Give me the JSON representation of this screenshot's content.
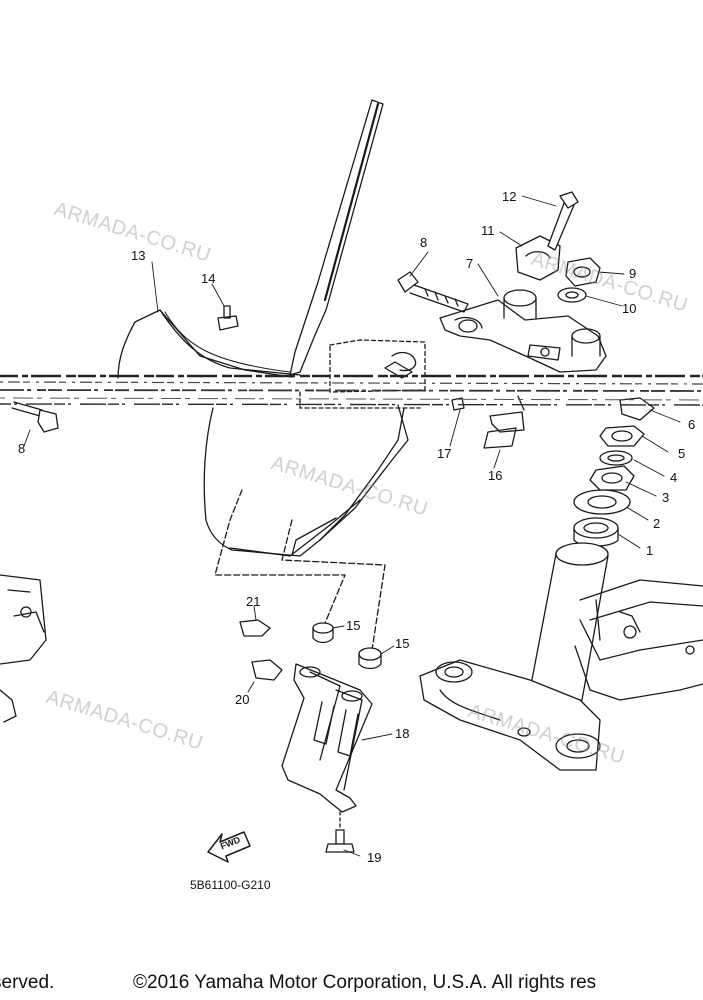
{
  "watermark_text": "ARMADA-CO.RU",
  "callouts": {
    "c1": "1",
    "c2": "2",
    "c3": "3",
    "c4": "4",
    "c5": "5",
    "c6": "6",
    "c7": "7",
    "c8a": "8",
    "c8b": "8",
    "c9": "9",
    "c10": "10",
    "c11": "11",
    "c12": "12",
    "c13": "13",
    "c14": "14",
    "c15a": "15",
    "c15b": "15",
    "c16": "16",
    "c17": "17",
    "c18": "18",
    "c19": "19",
    "c20": "20",
    "c21": "21"
  },
  "fwd_label": "FWD",
  "diagram_code": "5B61100-G210",
  "footer": {
    "left": "served.",
    "right": "©2016 Yamaha Motor Corporation, U.S.A. All rights res"
  }
}
